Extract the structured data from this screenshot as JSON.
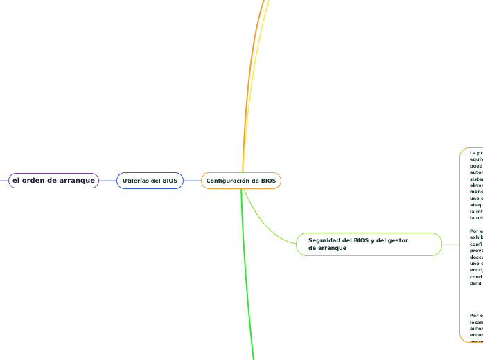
{
  "nodes": {
    "order": "el orden de arranque",
    "utilities": "Utilerías del BIOS",
    "config": "Configuración de BIOS",
    "security": "Seguridad del BIOS y del gestor de arranque",
    "detail": {
      "p1": [
        "La pr",
        "equiv",
        "pued",
        "autor",
        "sister",
        "obter",
        "mono",
        "uno c",
        "ataqu",
        "la inf",
        "la ubi"
      ],
      "p2": [
        "Por e",
        "exhib",
        "confi",
        "prevc",
        "descu",
        "uno c",
        "encrij",
        "cond",
        "para"
      ],
      "p3": [
        "Por o",
        "locali",
        "autor",
        "entor",
        "arran"
      ]
    }
  },
  "colors": {
    "orange": "#f5a030",
    "yellow": "#f2f03a",
    "green": "#2ee82a",
    "lightgreen": "#8ee83a",
    "blue": "#2d5be3",
    "purple": "#7b3fa0"
  }
}
